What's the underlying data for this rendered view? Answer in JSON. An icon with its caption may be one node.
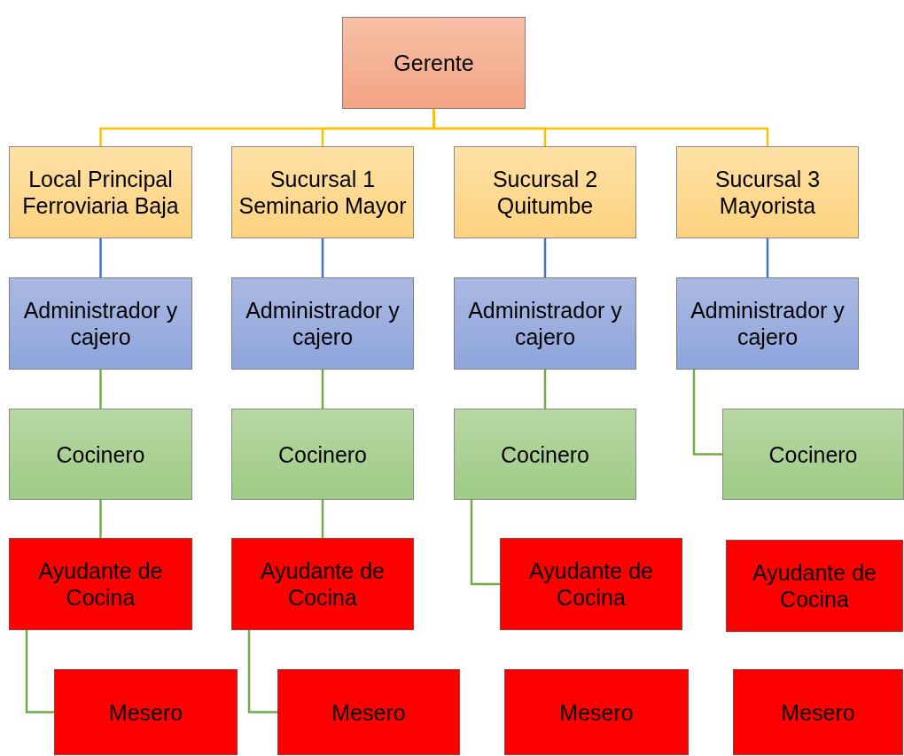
{
  "diagram": {
    "nodes": [
      {
        "text": [
          "Gerente"
        ]
      },
      {
        "text": [
          "Local Principal Ferroviaria Baja"
        ]
      },
      {
        "text": [
          "Sucursal 1 Seminario Mayor"
        ]
      },
      {
        "text": [
          "Sucursal 2 Quitumbe"
        ]
      },
      {
        "text": [
          "Sucursal 3 Mayorista"
        ]
      },
      {
        "text": [
          "Administrador y cajero"
        ]
      },
      {
        "text": [
          "Administrador y cajero"
        ]
      },
      {
        "text": [
          "Administrador y cajero"
        ]
      },
      {
        "text": [
          "Administrador y cajero"
        ]
      },
      {
        "text": [
          "Cocinero"
        ]
      },
      {
        "text": [
          "Cocinero"
        ]
      },
      {
        "text": [
          "Cocinero"
        ]
      },
      {
        "text": [
          "Cocinero"
        ]
      },
      {
        "text": [
          "Ayudante de Cocina"
        ]
      },
      {
        "text": [
          "Ayudante de Cocina"
        ]
      },
      {
        "text": [
          "Ayudante de Cocina"
        ]
      },
      {
        "text": [
          "Ayudante de Cocina"
        ]
      },
      {
        "text": [
          "Mesero"
        ]
      },
      {
        "text": [
          "Mesero"
        ]
      },
      {
        "text": [
          "Mesero"
        ]
      },
      {
        "text": [
          "Mesero"
        ]
      }
    ],
    "edges": [
      {
        "from": 0,
        "to": 1,
        "arrow": "none",
        "color": "#ffc000"
      },
      {
        "from": 0,
        "to": 2,
        "arrow": "none",
        "color": "#ffc000"
      },
      {
        "from": 0,
        "to": 3,
        "arrow": "none",
        "color": "#ffc000"
      },
      {
        "from": 0,
        "to": 4,
        "arrow": "none",
        "color": "#ffc000"
      },
      {
        "from": 1,
        "to": 5,
        "arrow": "none",
        "color": "#4472c4"
      },
      {
        "from": 2,
        "to": 6,
        "arrow": "none",
        "color": "#4472c4"
      },
      {
        "from": 3,
        "to": 7,
        "arrow": "none",
        "color": "#4472c4"
      },
      {
        "from": 4,
        "to": 8,
        "arrow": "none",
        "color": "#4472c4"
      },
      {
        "from": 5,
        "to": 9,
        "arrow": "none"
      },
      {
        "from": 6,
        "to": 10,
        "arrow": "none"
      },
      {
        "from": 7,
        "to": 11,
        "arrow": "none"
      },
      {
        "from": 8,
        "to": 12,
        "arrow": "none"
      },
      {
        "from": 9,
        "to": 13,
        "arrow": "none"
      },
      {
        "from": 10,
        "to": 14,
        "arrow": "none"
      },
      {
        "from": 11,
        "to": 15,
        "arrow": "none"
      },
      {
        "from": 13,
        "to": 17,
        "arrow": "none"
      },
      {
        "from": 14,
        "to": 18,
        "arrow": "none"
      }
    ]
  }
}
